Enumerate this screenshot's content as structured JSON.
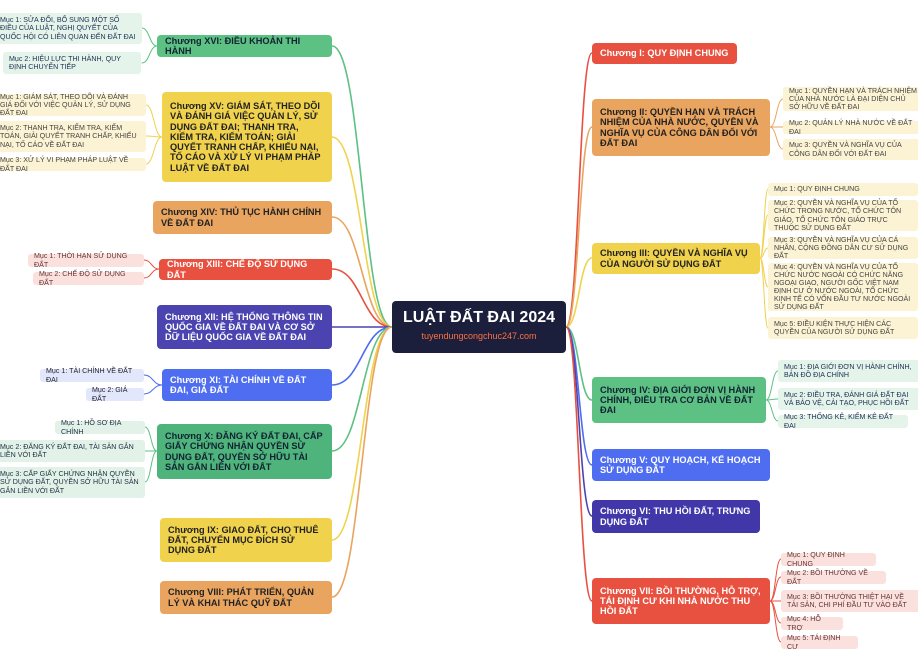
{
  "center": {
    "title": "LUẬT ĐẤT ĐAI 2024",
    "site": "tuyendungcongchuc247.com"
  },
  "colors": {
    "red": "#e8503f",
    "yellow": "#f0d24c",
    "green": "#5dc183",
    "orange": "#e9a45f",
    "blue": "#4e6df0",
    "indigo": "#4b44b0"
  },
  "chapters": {
    "c1": {
      "label": "Chương I: QUY ĐỊNH CHUNG"
    },
    "c2": {
      "label": "Chương II: QUYỀN HẠN VÀ TRÁCH NHIỆM CỦA NHÀ NƯỚC, QUYỀN VÀ NGHĨA VỤ CỦA CÔNG DÂN ĐỐI VỚI ĐẤT ĐAI",
      "items": [
        "Mục 1: QUYỀN HẠN VÀ TRÁCH NHIỆM CỦA NHÀ NƯỚC LÀ ĐẠI DIỆN CHỦ SỞ HỮU VỀ ĐẤT ĐAI",
        "Mục 2: QUẢN LÝ NHÀ NƯỚC VỀ ĐẤT ĐAI",
        "Mục 3: QUYỀN VÀ NGHĨA VỤ CỦA CÔNG DÂN ĐỐI VỚI ĐẤT ĐAI"
      ]
    },
    "c3": {
      "label": "Chương III: QUYỀN VÀ NGHĨA VỤ CỦA NGƯỜI SỬ DỤNG ĐẤT",
      "items": [
        "Mục 1: QUY ĐỊNH CHUNG",
        "Mục 2: QUYỀN VÀ NGHĨA VỤ CỦA TỔ CHỨC TRONG NƯỚC, TỔ CHỨC TÔN GIÁO, TỔ CHỨC TÔN GIÁO TRỰC THUỘC SỬ DỤNG ĐẤT",
        "Mục 3: QUYỀN VÀ NGHĨA VỤ CỦA CÁ NHÂN, CỘNG ĐỒNG DÂN CƯ SỬ DỤNG ĐẤT",
        "Mục 4: QUYỀN VÀ NGHĨA VỤ CỦA TỔ CHỨC NƯỚC NGOÀI CÓ CHỨC NĂNG NGOẠI GIAO, NGƯỜI GỐC VIỆT NAM ĐỊNH CƯ Ở NƯỚC NGOÀI, TỔ CHỨC KINH TẾ CÓ VỐN ĐẦU TƯ NƯỚC NGOÀI SỬ DỤNG ĐẤT",
        "Mục 5: ĐIỀU KIỆN THỰC HIỆN CÁC QUYỀN CỦA NGƯỜI SỬ DỤNG ĐẤT"
      ]
    },
    "c4": {
      "label": "Chương IV: ĐỊA GIỚI ĐƠN VỊ HÀNH CHÍNH, ĐIỀU TRA CƠ BẢN VỀ ĐẤT ĐAI",
      "items": [
        "Mục 1: ĐỊA GIỚI ĐƠN VỊ HÀNH CHÍNH, BẢN ĐỒ ĐỊA CHÍNH",
        "Mục 2: ĐIỀU TRA, ĐÁNH GIÁ ĐẤT ĐAI VÀ BẢO VỆ, CẢI TẠO, PHỤC HỒI ĐẤT",
        "Mục 3: THỐNG KÊ, KIỂM KÊ ĐẤT ĐAI"
      ]
    },
    "c5": {
      "label": "Chương V: QUY HOẠCH, KẾ HOẠCH SỬ DỤNG ĐẤT"
    },
    "c6": {
      "label": "Chương VI: THU HỒI ĐẤT, TRƯNG DỤNG ĐẤT"
    },
    "c7": {
      "label": "Chương VII: BỒI THƯỜNG, HỖ TRỢ, TÁI ĐỊNH CƯ KHI NHÀ NƯỚC THU HỒI ĐẤT",
      "items": [
        "Mục 1: QUY ĐỊNH CHUNG",
        "Mục 2: BỒI THƯỜNG VỀ ĐẤT",
        "Mục 3: BỒI THƯỜNG THIỆT HẠI VỀ TÀI SẢN, CHI PHÍ ĐẦU TƯ VÀO ĐẤT",
        "Mục 4: HỖ TRỢ",
        "Mục 5: TÁI ĐỊNH CƯ"
      ]
    },
    "c8": {
      "label": "Chương VIII: PHÁT TRIỂN, QUẢN LÝ VÀ KHAI THÁC QUỸ ĐẤT"
    },
    "c9": {
      "label": "Chương IX: GIAO ĐẤT, CHO THUÊ ĐẤT, CHUYỂN MỤC ĐÍCH SỬ DỤNG ĐẤT"
    },
    "c10": {
      "label": "Chương X: ĐĂNG KÝ ĐẤT ĐAI, CẤP GIẤY CHỨNG NHẬN QUYỀN SỬ DỤNG ĐẤT, QUYỀN SỞ HỮU TÀI SẢN GẮN LIỀN VỚI ĐẤT",
      "items": [
        "Mục 1: HỒ SƠ ĐỊA CHÍNH",
        "Mục 2: ĐĂNG KÝ ĐẤT ĐAI, TÀI SẢN GẮN LIỀN VỚI ĐẤT",
        "Mục 3: CẤP GIẤY CHỨNG NHẬN QUYỀN SỬ DỤNG ĐẤT, QUYỀN SỞ HỮU TÀI SẢN GẮN LIỀN VỚI ĐẤT"
      ]
    },
    "c11": {
      "label": "Chương XI: TÀI CHÍNH VỀ ĐẤT ĐAI, GIÁ ĐẤT",
      "items": [
        "Mục 1: TÀI CHÍNH VỀ ĐẤT ĐAI",
        "Mục 2: GIÁ ĐẤT"
      ]
    },
    "c12": {
      "label": "Chương XII: HỆ THỐNG THÔNG TIN QUỐC GIA VỀ ĐẤT ĐAI VÀ CƠ SỞ DỮ LIỆU QUỐC GIA VỀ ĐẤT ĐAI"
    },
    "c13": {
      "label": "Chương XIII: CHẾ ĐỘ SỬ DỤNG ĐẤT",
      "items": [
        "Mục 1: THỜI HẠN SỬ DỤNG ĐẤT",
        "Mục 2: CHẾ ĐỘ SỬ DỤNG ĐẤT"
      ]
    },
    "c14": {
      "label": "Chương XIV: THỦ TỤC HÀNH CHÍNH VỀ ĐẤT ĐAI"
    },
    "c15": {
      "label": "Chương XV: GIÁM SÁT, THEO DÕI VÀ ĐÁNH GIÁ VIỆC QUẢN LÝ, SỬ DỤNG ĐẤT ĐAI; THANH TRA, KIỂM TRA, KIỂM TOÁN; GIẢI QUYẾT TRANH CHẤP, KHIẾU NẠI, TỐ CÁO VÀ XỬ LÝ VI PHẠM PHÁP LUẬT VỀ ĐẤT ĐAI",
      "items": [
        "Mục 1: GIÁM SÁT, THEO DÕI VÀ ĐÁNH GIÁ ĐỐI VỚI VIỆC QUẢN LÝ, SỬ DỤNG ĐẤT ĐAI",
        "Mục 2: THANH TRA, KIỂM TRA, KIỂM TOÁN, GIẢI QUYẾT TRANH CHẤP, KHIẾU NẠI, TỐ CÁO VỀ ĐẤT ĐAI",
        "Mục 3: XỬ LÝ VI PHẠM PHÁP LUẬT VỀ ĐẤT ĐAI"
      ]
    },
    "c16": {
      "label": "Chương XVI: ĐIỀU KHOẢN THI HÀNH",
      "items": [
        "Mục 1: SỬA ĐỔI, BỔ SUNG MỘT SỐ ĐIỀU CỦA LUẬT, NGHỊ QUYẾT CỦA QUỐC HỘI CÓ LIÊN QUAN ĐẾN ĐẤT ĐAI",
        "Mục 2: HIỆU LỰC THI HÀNH, QUY ĐỊNH CHUYỂN TIẾP"
      ]
    }
  }
}
